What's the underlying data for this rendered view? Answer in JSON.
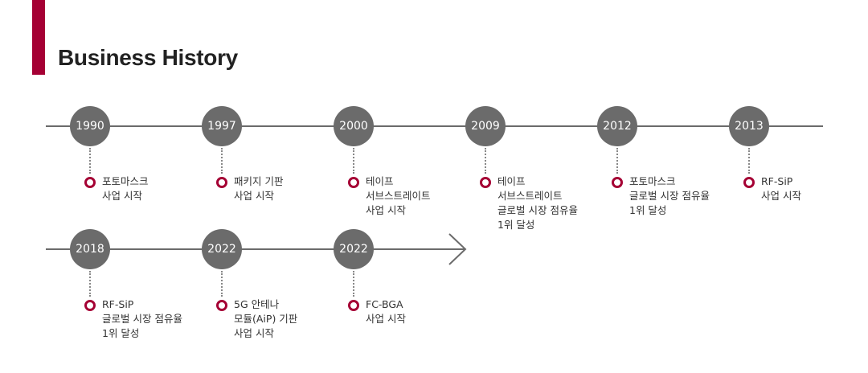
{
  "title": "Business History",
  "accent": "#a50034",
  "rows": [
    [
      {
        "year": "1990",
        "lines": [
          "포토마스크",
          "사업 시작"
        ]
      },
      {
        "year": "1997",
        "lines": [
          "패키지 기판",
          "사업 시작"
        ]
      },
      {
        "year": "2000",
        "lines": [
          "테이프",
          "서브스트레이트",
          "사업 시작"
        ]
      },
      {
        "year": "2009",
        "lines": [
          "테이프",
          "서브스트레이트",
          "글로벌 시장 점유율",
          "1위 달성"
        ]
      },
      {
        "year": "2012",
        "lines": [
          "포토마스크",
          "글로벌 시장 점유율",
          "1위 달성"
        ]
      },
      {
        "year": "2013",
        "lines": [
          "RF-SiP",
          "사업 시작"
        ]
      }
    ],
    [
      {
        "year": "2018",
        "lines": [
          "RF-SiP",
          "글로벌 시장 점유율",
          "1위 달성"
        ]
      },
      {
        "year": "2022",
        "lines": [
          "5G 안테나",
          "모듈(AiP) 기판",
          "사업 시작"
        ]
      },
      {
        "year": "2022",
        "lines": [
          "FC-BGA",
          "사업 시작"
        ]
      }
    ]
  ]
}
